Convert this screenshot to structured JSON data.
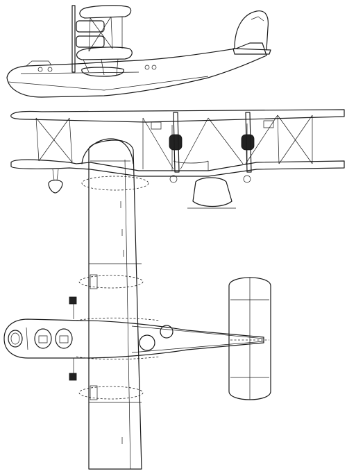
{
  "drawing": {
    "views": [
      "side-view",
      "front-view",
      "plan-view"
    ],
    "line_color": "#1a1a1a",
    "background": "#ffffff"
  }
}
